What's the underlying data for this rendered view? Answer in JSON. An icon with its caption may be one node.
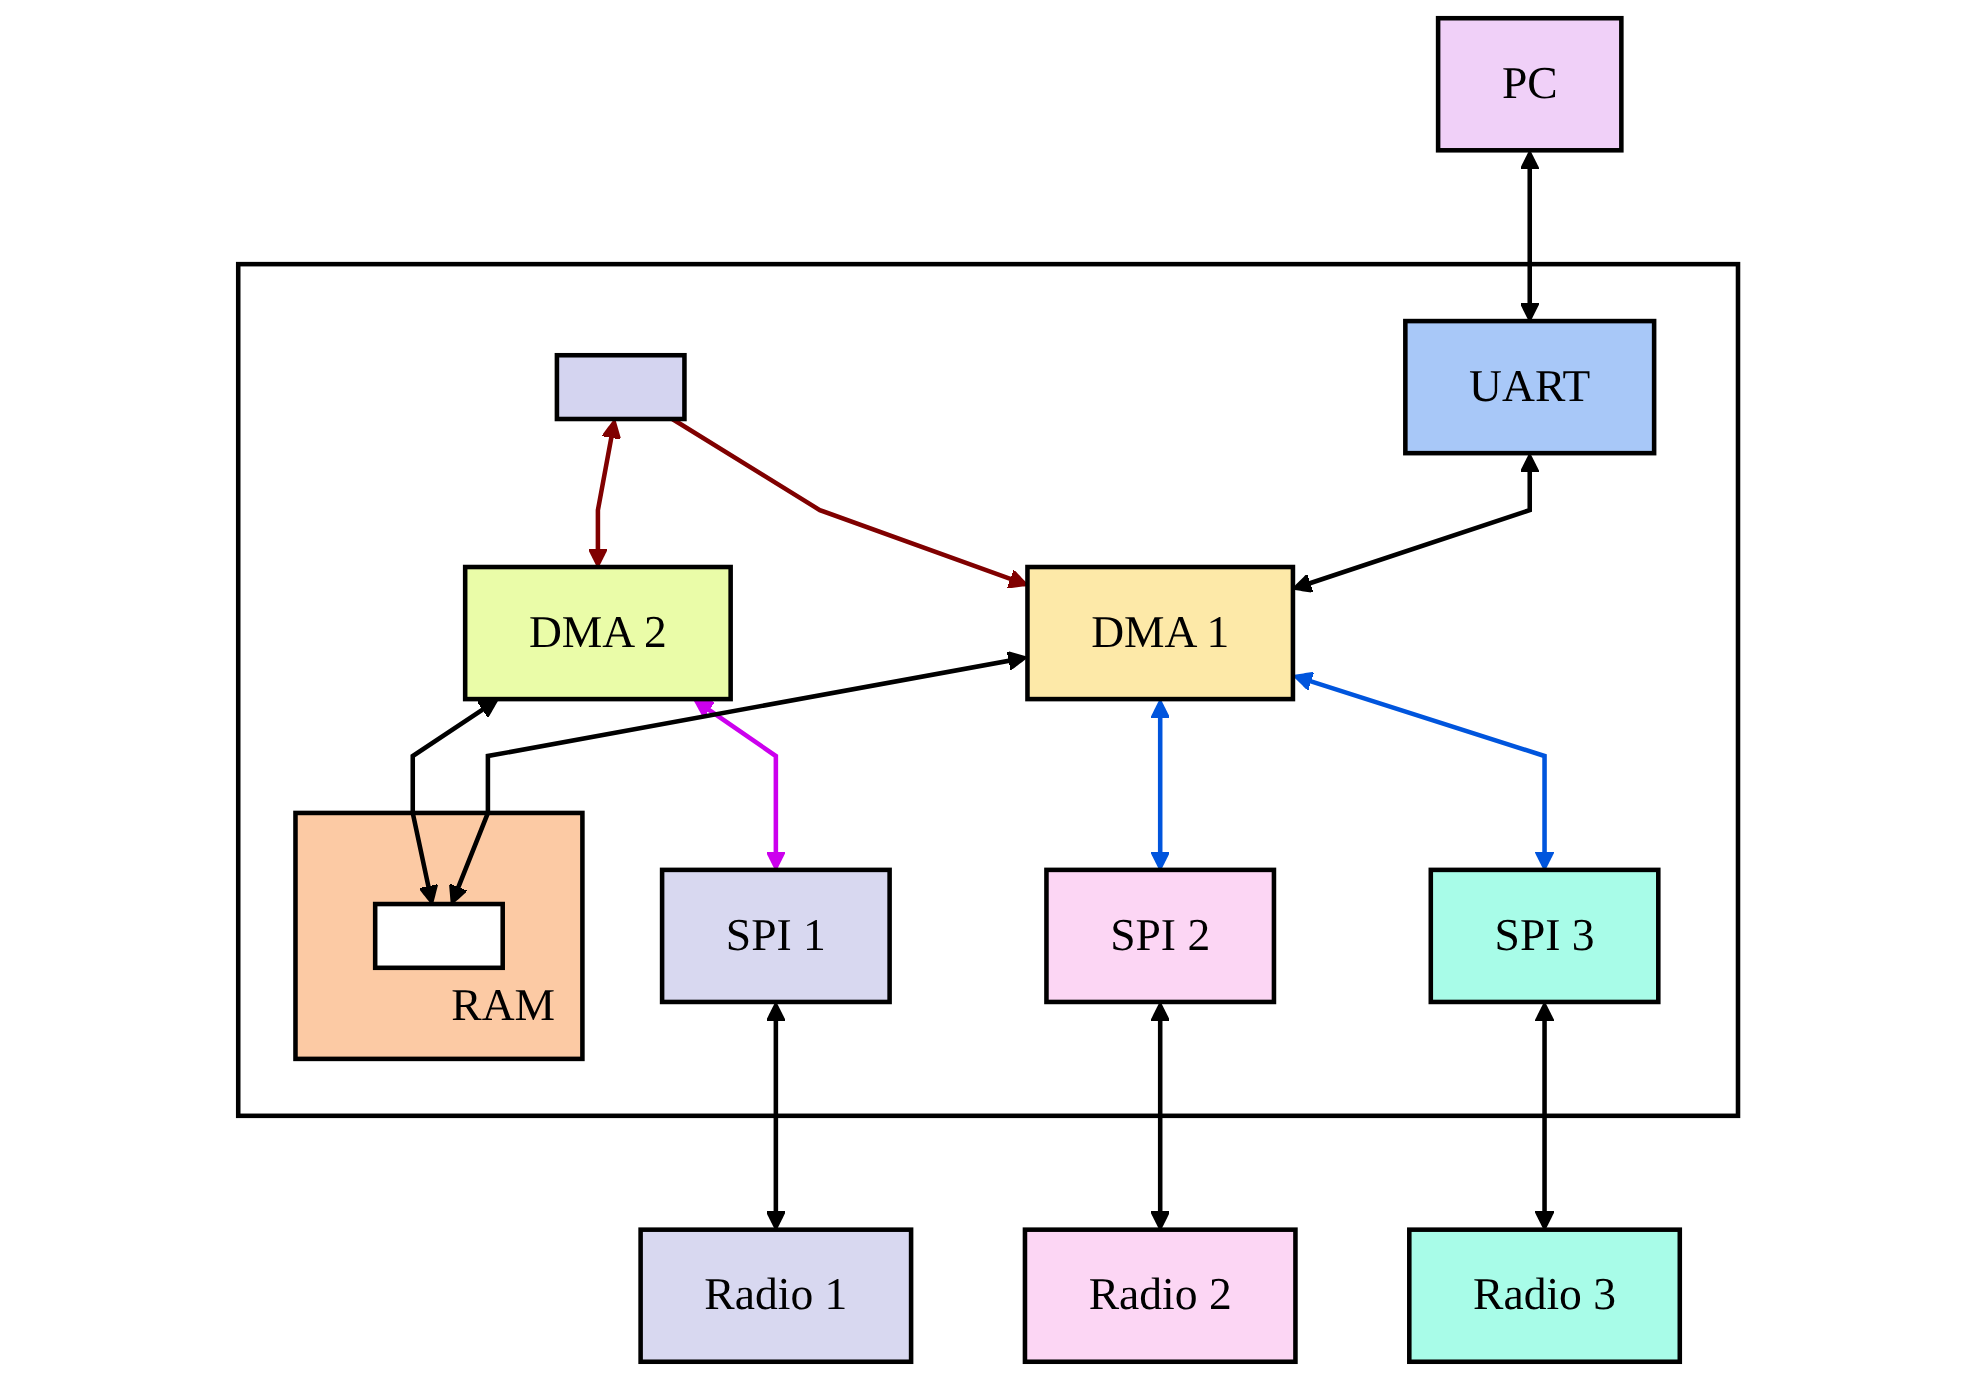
{
  "diagram": {
    "nodes": [
      {
        "text": [],
        "shape": "box"
      },
      {
        "text": [
          "PC"
        ]
      },
      {
        "text": [
          "UART"
        ],
        "in": 0
      },
      {
        "text": [],
        "shape": "box",
        "in": 0
      },
      {
        "text": [
          "DMA 2"
        ],
        "in": 0
      },
      {
        "text": [
          "DMA 1"
        ],
        "in": 0
      },
      {
        "text": [
          "RAM"
        ],
        "in": 0
      },
      {
        "text": [],
        "shape": "box",
        "in": 6
      },
      {
        "text": [
          "SPI 1"
        ],
        "in": 0
      },
      {
        "text": [
          "SPI 2"
        ],
        "in": 0
      },
      {
        "text": [
          "SPI 3"
        ],
        "in": 0
      },
      {
        "text": [
          "Radio 1"
        ]
      },
      {
        "text": [
          "Radio 2"
        ]
      },
      {
        "text": [
          "Radio 3"
        ]
      }
    ],
    "edges": [
      {
        "from": 1,
        "to": 2,
        "arrow": "both"
      },
      {
        "from": 2,
        "to": 5,
        "arrow": "both"
      },
      {
        "from": 3,
        "to": 4,
        "arrow": "both",
        "color": "#800000"
      },
      {
        "from": 3,
        "to": 5,
        "arrow": "to",
        "color": "#800000"
      },
      {
        "from": 4,
        "to": 8,
        "arrow": "both",
        "color": "#cc00ee"
      },
      {
        "from": 5,
        "to": 9,
        "arrow": "both",
        "color": "#0055dd"
      },
      {
        "from": 5,
        "to": 10,
        "arrow": "both",
        "color": "#0055dd"
      },
      {
        "from": 5,
        "to": 7,
        "arrow": "both"
      },
      {
        "from": 4,
        "to": 7,
        "arrow": "both"
      },
      {
        "from": 8,
        "to": 11,
        "arrow": "both"
      },
      {
        "from": 9,
        "to": 12,
        "arrow": "both"
      },
      {
        "from": 10,
        "to": 13,
        "arrow": "both"
      }
    ]
  }
}
